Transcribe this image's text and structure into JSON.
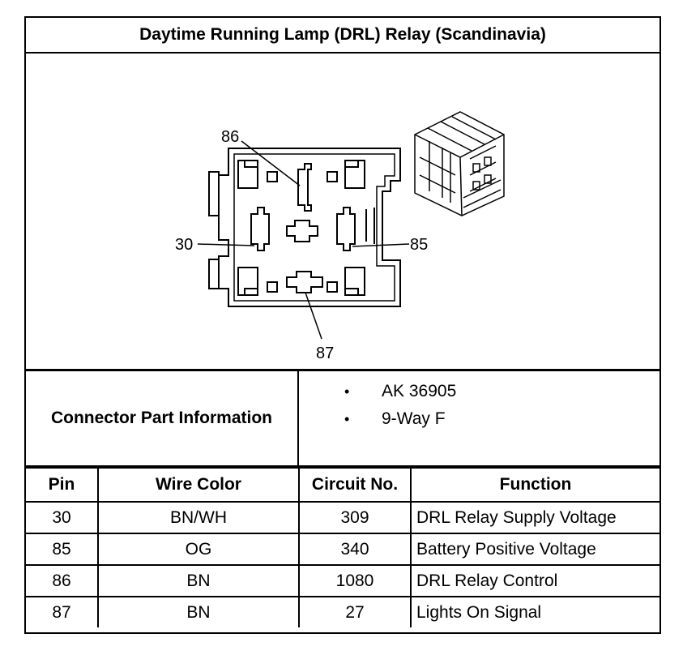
{
  "title": "Daytime Running Lamp (DRL) Relay (Scandinavia)",
  "figure": {
    "callouts": {
      "pin86": "86",
      "pin30": "30",
      "pin85": "85",
      "pin87": "87"
    }
  },
  "connector_info": {
    "label": "Connector Part Information",
    "bullet": "•",
    "items": [
      "AK 36905",
      "9-Way F"
    ]
  },
  "table": {
    "headers": [
      "Pin",
      "Wire Color",
      "Circuit No.",
      "Function"
    ],
    "rows": [
      {
        "pin": "30",
        "wire_color": "BN/WH",
        "circuit": "309",
        "function": "DRL Relay Supply Voltage"
      },
      {
        "pin": "85",
        "wire_color": "OG",
        "circuit": "340",
        "function": "Battery Positive Voltage"
      },
      {
        "pin": "86",
        "wire_color": "BN",
        "circuit": "1080",
        "function": "DRL Relay Control"
      },
      {
        "pin": "87",
        "wire_color": "BN",
        "circuit": "27",
        "function": "Lights On Signal"
      }
    ]
  }
}
